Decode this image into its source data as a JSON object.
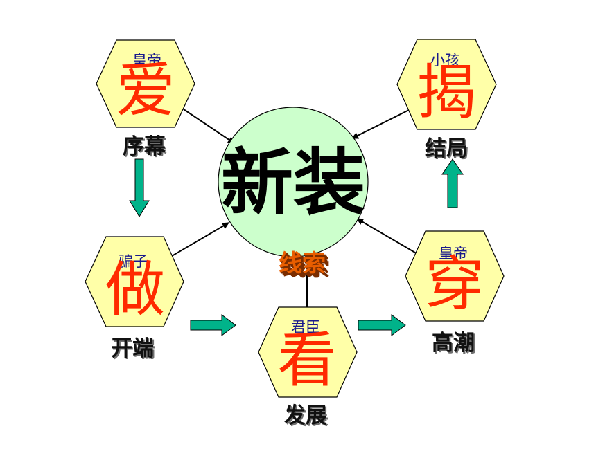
{
  "center": {
    "text": "新装"
  },
  "clue": {
    "text": "线索"
  },
  "nodes": [
    {
      "role": "皇帝",
      "verb": "爱",
      "stage": "序幕"
    },
    {
      "role": "骗子",
      "verb": "做",
      "stage": "开端"
    },
    {
      "role": "君臣",
      "verb": "看",
      "stage": "发展"
    },
    {
      "role": "皇帝",
      "verb": "穿",
      "stage": "高潮"
    },
    {
      "role": "小孩",
      "verb": "揭",
      "stage": "结局"
    }
  ],
  "colors": {
    "hexagon_fill": "#ffffa8",
    "center_fill": "#ccffcc",
    "flow_arrow": "#00b38a",
    "verb_text": "#ff2a00",
    "role_text": "#1a1a8c"
  }
}
